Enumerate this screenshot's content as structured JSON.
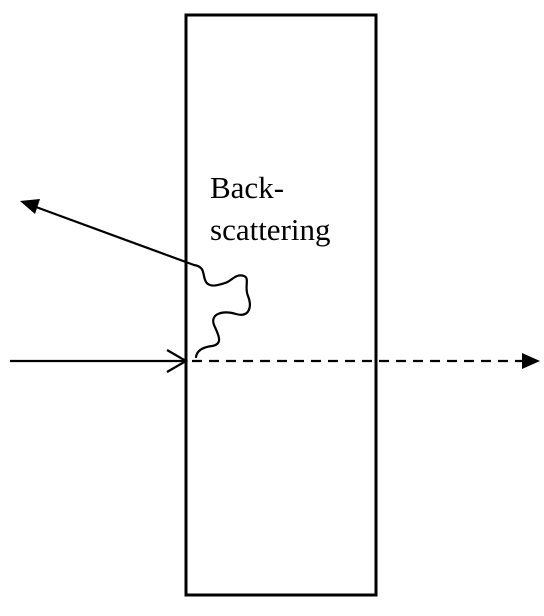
{
  "diagram": {
    "label_line1": "Back-",
    "label_line2": "scattering"
  },
  "colors": {
    "stroke": "#000000",
    "background": "#ffffff"
  },
  "icons": {
    "incident_arrowhead": "open-chevron-arrowhead",
    "transmitted_arrowhead": "filled-triangle-arrowhead",
    "backscatter_arrowhead": "filled-triangle-arrowhead"
  }
}
